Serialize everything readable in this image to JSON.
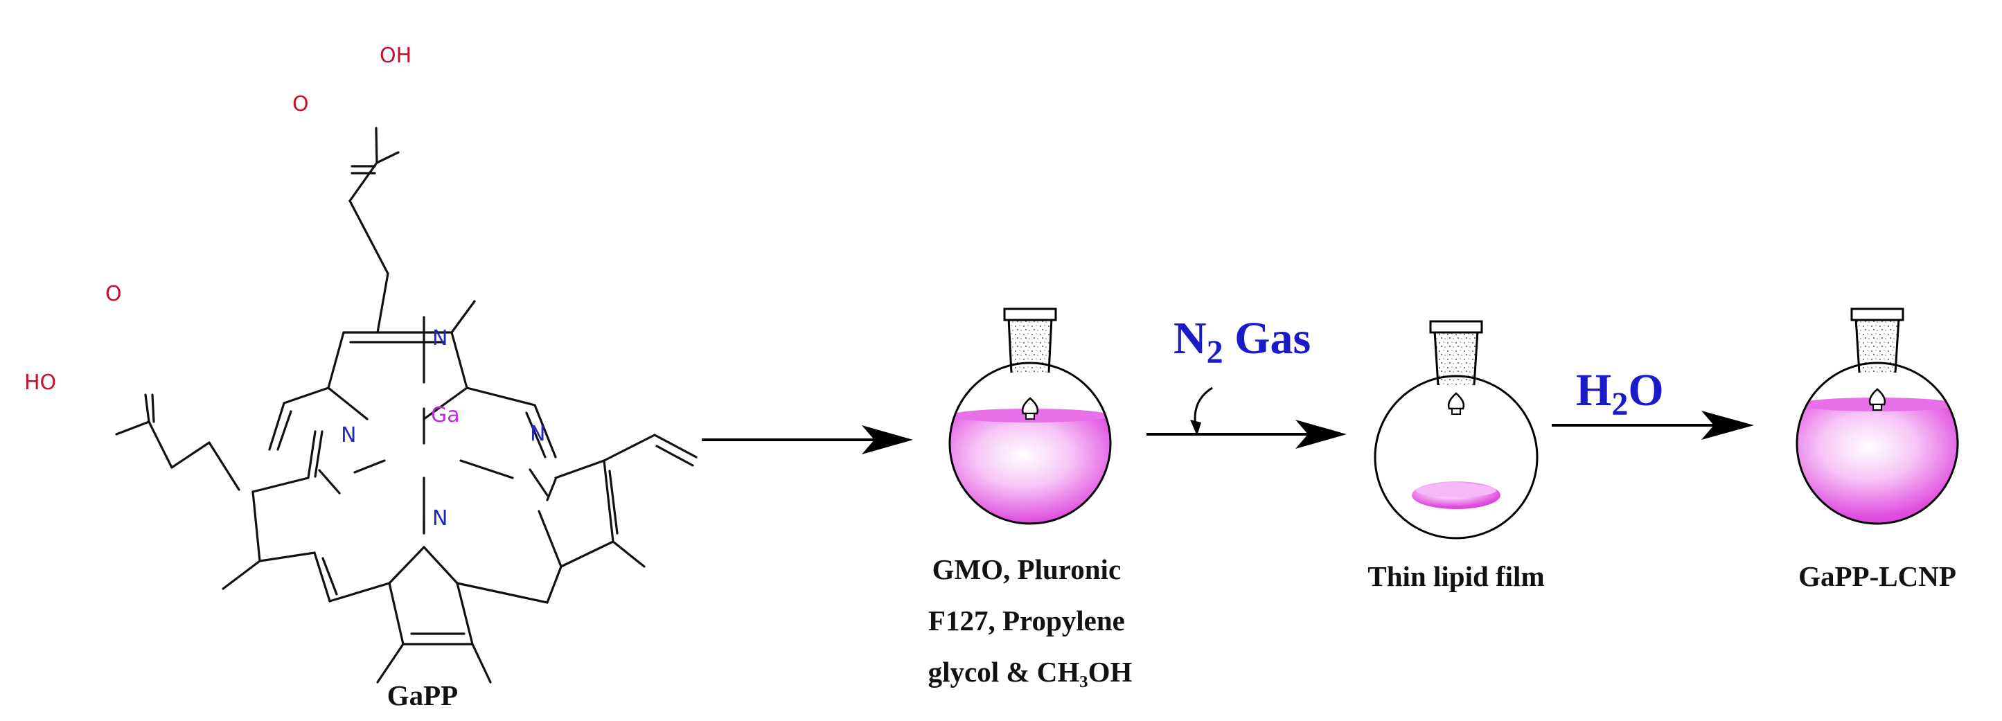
{
  "molecule": {
    "name": "GaPP",
    "atoms": {
      "oh_top": "OH",
      "o_top": "O",
      "o_left": "O",
      "ho_left": "HO",
      "n": "N",
      "ga": "Ga"
    }
  },
  "steps": [
    {
      "caption_lines": [
        "GMO, Pluronic",
        "F127, Propylene",
        "glycol & CH₃OH"
      ]
    },
    {
      "caption_lines": [
        "Thin lipid film"
      ]
    },
    {
      "caption_lines": [
        "GaPP-LCNP"
      ]
    }
  ],
  "reagents": {
    "n2_main": "N",
    "n2_sub": "2",
    "n2_rest": " Gas",
    "h2o_main": "H",
    "h2o_sub": "2",
    "h2o_rest": "O"
  },
  "colors": {
    "lipid": "#e64ee6",
    "reagent_text": "#1a1ac8",
    "oxygen": "#c8102e",
    "nitrogen": "#1f2bb8",
    "gallium": "#c02ad8"
  },
  "flasks": [
    {
      "fill_level": "high"
    },
    {
      "fill_level": "thin film"
    },
    {
      "fill_level": "high"
    }
  ]
}
